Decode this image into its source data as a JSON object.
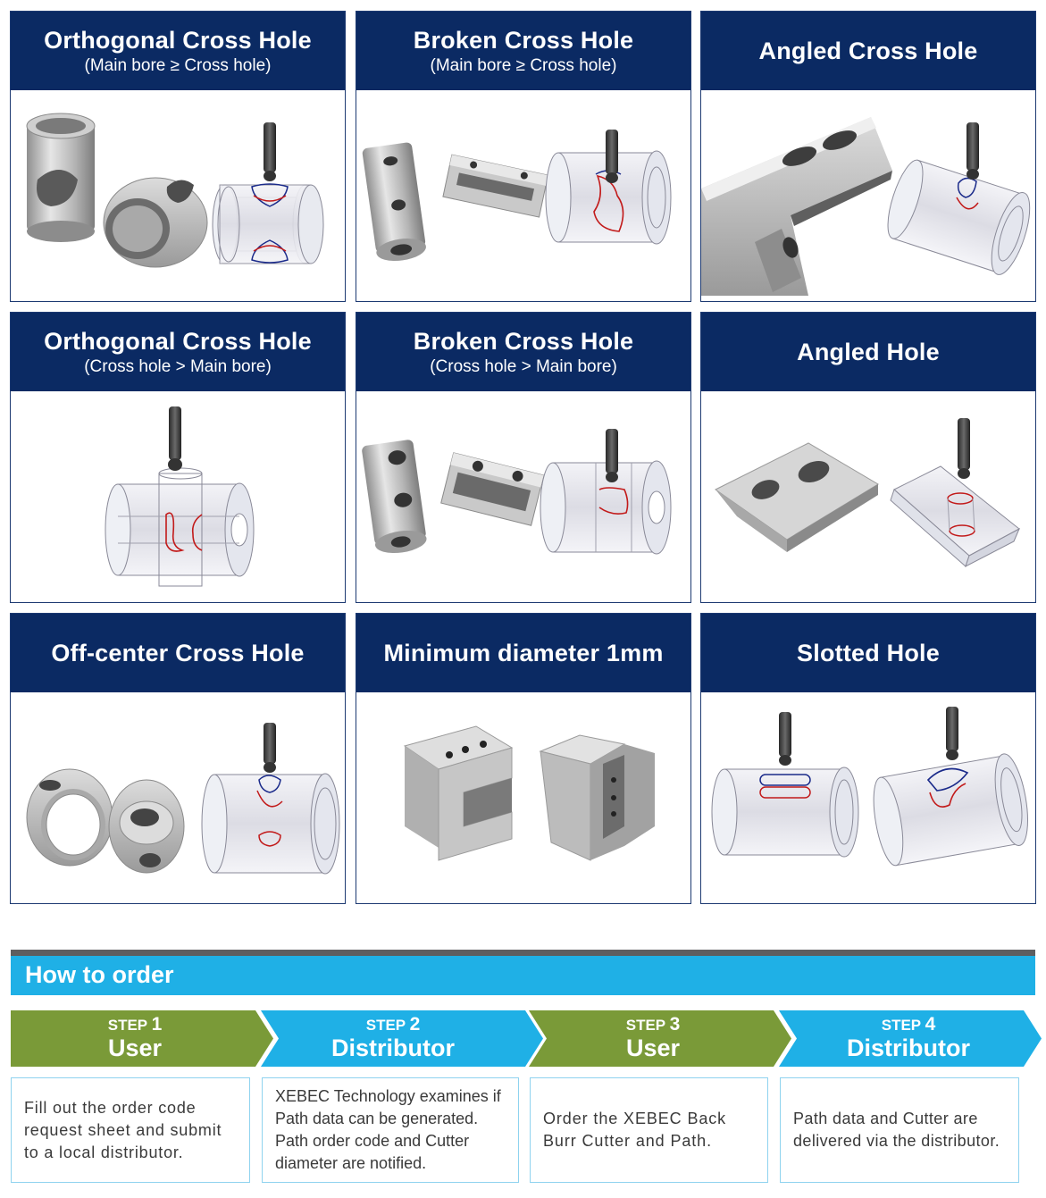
{
  "cards": [
    {
      "title": "Orthogonal Cross Hole",
      "subtitle": "(Main bore ≥ Cross hole)"
    },
    {
      "title": "Broken Cross Hole",
      "subtitle": "(Main bore  ≥ Cross hole)"
    },
    {
      "title": "Angled Cross Hole",
      "subtitle": ""
    },
    {
      "title": "Orthogonal Cross Hole",
      "subtitle": "(Cross hole > Main bore)"
    },
    {
      "title": "Broken Cross Hole",
      "subtitle": "(Cross hole  > Main bore)"
    },
    {
      "title": "Angled Hole",
      "subtitle": ""
    },
    {
      "title": "Off-center Cross Hole",
      "subtitle": ""
    },
    {
      "title": "Minimum diameter 1mm",
      "subtitle": ""
    },
    {
      "title": "Slotted Hole",
      "subtitle": ""
    }
  ],
  "how_to_order": {
    "title": "How to order",
    "steps": [
      {
        "label": "STEP",
        "number": "1",
        "role": "User",
        "description": "Fill out the order code request sheet and submit to a local distributor."
      },
      {
        "label": "STEP",
        "number": "2",
        "role": "Distributor",
        "description": "XEBEC Technology examines if Path data can be generated. Path order code and Cutter diameter are notified."
      },
      {
        "label": "STEP",
        "number": "3",
        "role": "User",
        "description": "Order the XEBEC Back Burr Cutter and Path."
      },
      {
        "label": "STEP",
        "number": "4",
        "role": "Distributor",
        "description": "Path data and Cutter are delivered via the distributor."
      }
    ]
  },
  "colors": {
    "card_header": "#0b2a63",
    "band": "#1fb0e6",
    "step_user": "#7a9a38",
    "step_distributor": "#1fb0e6"
  }
}
